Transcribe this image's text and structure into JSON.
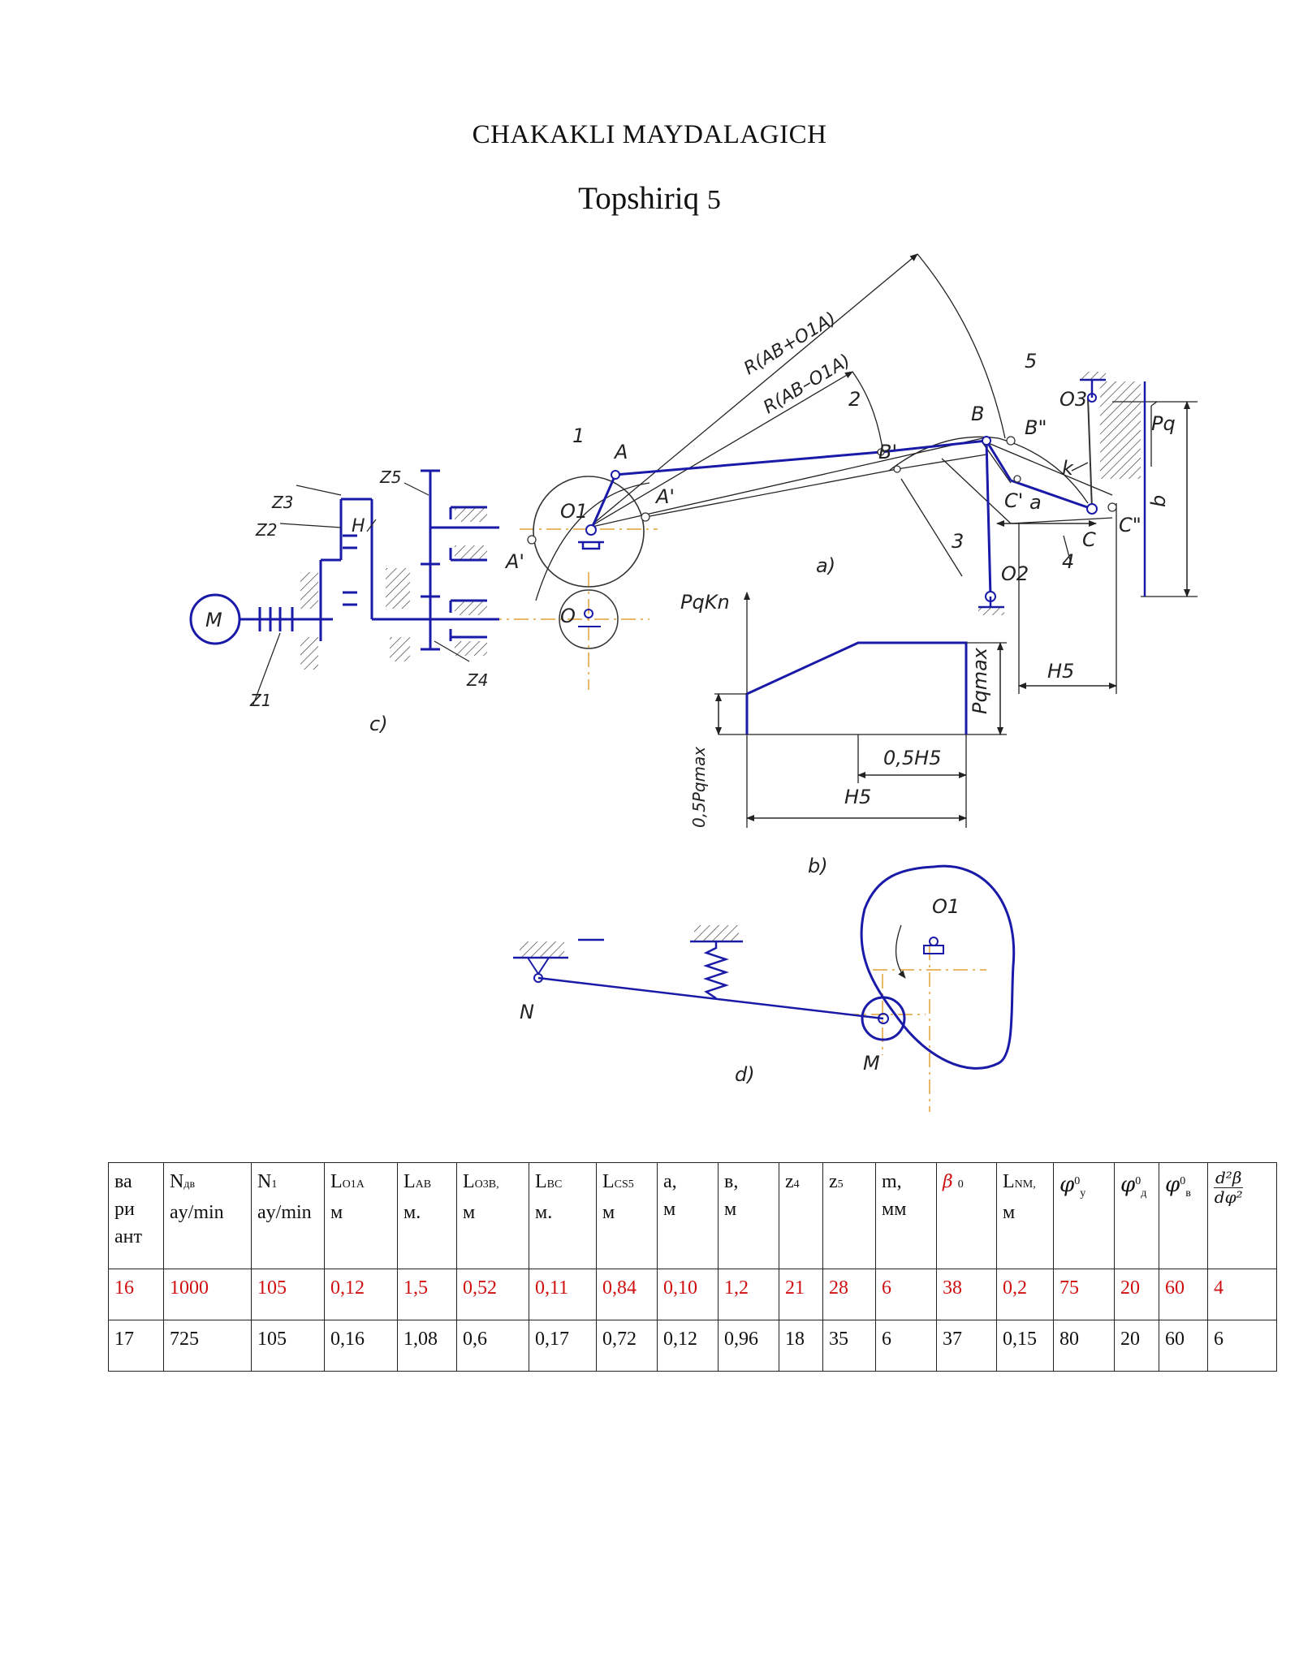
{
  "header": {
    "title": "CHAKAKLI MAYDALAGICH",
    "subtitle_word": "Topshiriq",
    "subtitle_num": "5"
  },
  "figure": {
    "labels": {
      "r_plus": "R(AB+O1A)",
      "r_minus": "R(AB–O1A)",
      "n1": "1",
      "n2": "2",
      "n3": "3",
      "n4": "4",
      "n5": "5",
      "A": "A",
      "A1": "A'",
      "A2": "A'",
      "B": "B",
      "B1": "B'",
      "B2": "B\"",
      "C": "C",
      "C1": "C'",
      "C2": "C\"",
      "k": "k",
      "a": "a",
      "b": "b",
      "O1": "O1",
      "O2": "O2",
      "O3": "O3",
      "O": "O",
      "Pq": "Pq",
      "H5": "H5",
      "fig_a": "a)",
      "fig_b": "b)",
      "fig_c": "c)",
      "fig_d": "d)",
      "PqKn": "PqKn",
      "Pqmax": "Pqmax",
      "halfPq": "0,5Pqmax",
      "halfH5": "0,5H5",
      "M": "M",
      "N": "N",
      "M2": "M",
      "z1": "Z1",
      "z2": "Z2",
      "z3": "Z3",
      "z4": "Z4",
      "z5": "Z5",
      "H": "H"
    }
  },
  "table": {
    "headers": [
      {
        "l1": "ва",
        "l2": "ри",
        "l3": "ант"
      },
      {
        "main": "N",
        "sub": "дв",
        "l2": "ay/min"
      },
      {
        "main": "N",
        "sub": "1",
        "l2": "ay/min"
      },
      {
        "main": "L",
        "sub": "O1A",
        "l2": "м"
      },
      {
        "main": "L",
        "sub": "AB",
        "l2": "м."
      },
      {
        "main": "L",
        "sub": "O3B,",
        "l2": "м"
      },
      {
        "main": "L",
        "sub": "BC",
        "l2": "м."
      },
      {
        "main": "L",
        "sub": "CS5",
        "l2": "м"
      },
      {
        "main": "a,",
        "l2": "м"
      },
      {
        "main": "в,",
        "l2": "м"
      },
      {
        "main": "z",
        "sub": "4"
      },
      {
        "main": "z",
        "sub": "5"
      },
      {
        "main": "m,",
        "l2": "мм"
      },
      {
        "main": "β",
        "sub": "0"
      },
      {
        "main": "L",
        "sub": "NM,",
        "l2": "м"
      },
      {
        "main": "φ",
        "sub": "у",
        "sup": "0"
      },
      {
        "main": "φ",
        "sub": "д",
        "sup": "0"
      },
      {
        "main": "φ",
        "sub": "в",
        "sup": "0"
      },
      {
        "num": "d²β",
        "den": "dφ²"
      }
    ],
    "rows": [
      [
        "16",
        "1000",
        "105",
        "0,12",
        "1,5",
        "0,52",
        "0,11",
        "0,84",
        "0,10",
        "1,2",
        "21",
        "28",
        "6",
        "38",
        "0,2",
        "75",
        "20",
        "60",
        "4"
      ],
      [
        "17",
        "725",
        "105",
        "0,16",
        "1,08",
        "0,6",
        "0,17",
        "0,72",
        "0,12",
        "0,96",
        "18",
        "35",
        "6",
        "37",
        "0,15",
        "80",
        "20",
        "60",
        "6"
      ]
    ]
  },
  "colors": {
    "mechanism": "#1a1aa8",
    "centerline": "#e0a030",
    "text": "#111111",
    "highlight_row": "#d01010"
  }
}
